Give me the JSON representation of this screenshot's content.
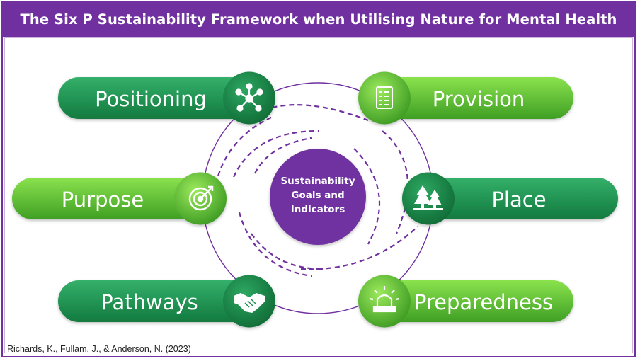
{
  "title": "The Six P Sustainability Framework when Utilising Nature for Mental Health",
  "center": {
    "lines": [
      "Sustainability",
      "Goals and",
      "Indicators"
    ]
  },
  "pillars": {
    "positioning": {
      "label": "Positioning",
      "icon": "network-icon"
    },
    "provision": {
      "label": "Provision",
      "icon": "checklist-icon"
    },
    "purpose": {
      "label": "Purpose",
      "icon": "target-icon"
    },
    "place": {
      "label": "Place",
      "icon": "trees-icon"
    },
    "pathways": {
      "label": "Pathways",
      "icon": "handshake-icon"
    },
    "preparedness": {
      "label": "Preparedness",
      "icon": "alarm-light-icon"
    }
  },
  "citation": "Richards, K., Fullam, J., & Anderson, N. (2023)",
  "colors": {
    "purple": "#7030a0",
    "dark_green": "#1e8a4e",
    "light_green": "#5cc033"
  }
}
